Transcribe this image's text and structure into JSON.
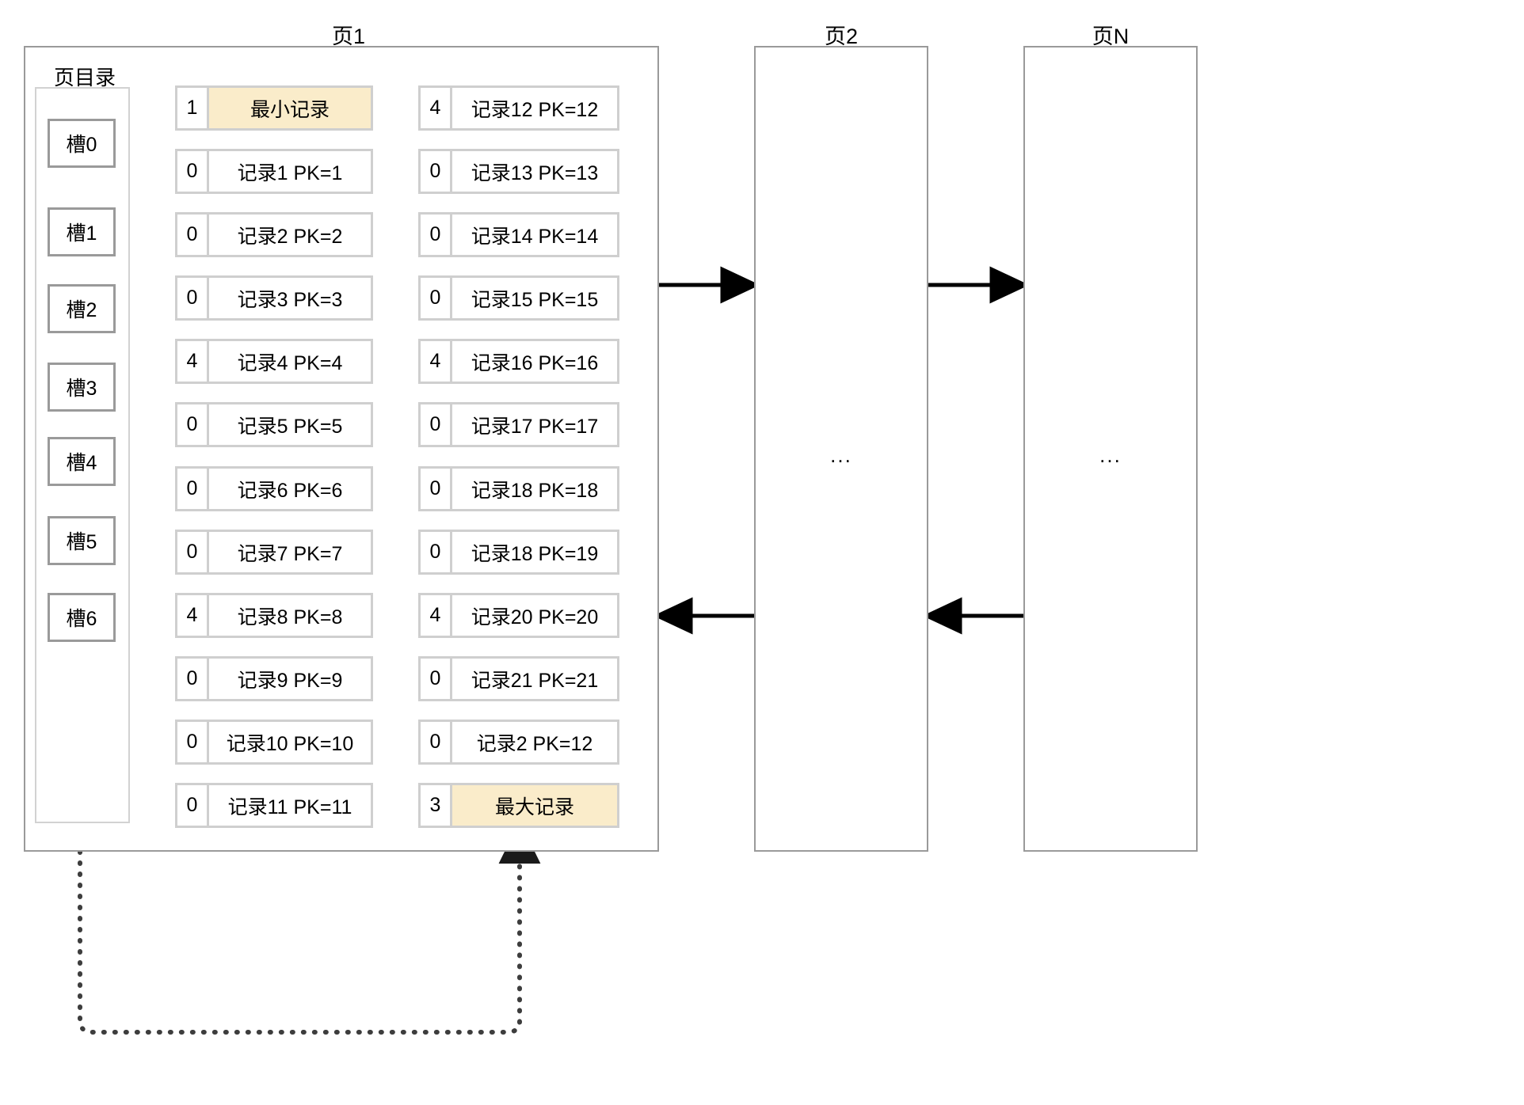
{
  "pages": [
    {
      "id": "page1",
      "title": "页1"
    },
    {
      "id": "page2",
      "title": "页2",
      "ellipsis": "..."
    },
    {
      "id": "pageN",
      "title": "页N",
      "ellipsis": "..."
    }
  ],
  "directory": {
    "title": "页目录",
    "slots": [
      {
        "label": "槽0"
      },
      {
        "label": "槽1"
      },
      {
        "label": "槽2"
      },
      {
        "label": "槽3"
      },
      {
        "label": "槽4"
      },
      {
        "label": "槽5"
      },
      {
        "label": "槽6"
      }
    ]
  },
  "records_left": [
    {
      "owned": "1",
      "label": "最小记录",
      "highlight": true
    },
    {
      "owned": "0",
      "label": "记录1 PK=1"
    },
    {
      "owned": "0",
      "label": "记录2 PK=2"
    },
    {
      "owned": "0",
      "label": "记录3 PK=3"
    },
    {
      "owned": "4",
      "label": "记录4 PK=4"
    },
    {
      "owned": "0",
      "label": "记录5 PK=5"
    },
    {
      "owned": "0",
      "label": "记录6 PK=6"
    },
    {
      "owned": "0",
      "label": "记录7 PK=7"
    },
    {
      "owned": "4",
      "label": "记录8 PK=8"
    },
    {
      "owned": "0",
      "label": "记录9 PK=9"
    },
    {
      "owned": "0",
      "label": "记录10 PK=10"
    },
    {
      "owned": "0",
      "label": "记录11 PK=11"
    }
  ],
  "records_right": [
    {
      "owned": "4",
      "label": "记录12 PK=12"
    },
    {
      "owned": "0",
      "label": "记录13 PK=13"
    },
    {
      "owned": "0",
      "label": "记录14 PK=14"
    },
    {
      "owned": "0",
      "label": "记录15 PK=15"
    },
    {
      "owned": "4",
      "label": "记录16 PK=16"
    },
    {
      "owned": "0",
      "label": "记录17 PK=17"
    },
    {
      "owned": "0",
      "label": "记录18 PK=18"
    },
    {
      "owned": "0",
      "label": "记录18 PK=19"
    },
    {
      "owned": "4",
      "label": "记录20 PK=20"
    },
    {
      "owned": "0",
      "label": "记录21 PK=21"
    },
    {
      "owned": "0",
      "label": "记录2 PK=12"
    },
    {
      "owned": "3",
      "label": "最大记录",
      "highlight": true
    }
  ],
  "colors": {
    "highlight": "#faecca",
    "record_border": "#cfcfcf",
    "page_border": "#9a9a9a",
    "arrow": "#000000",
    "dotted": "#3d3d3d"
  }
}
